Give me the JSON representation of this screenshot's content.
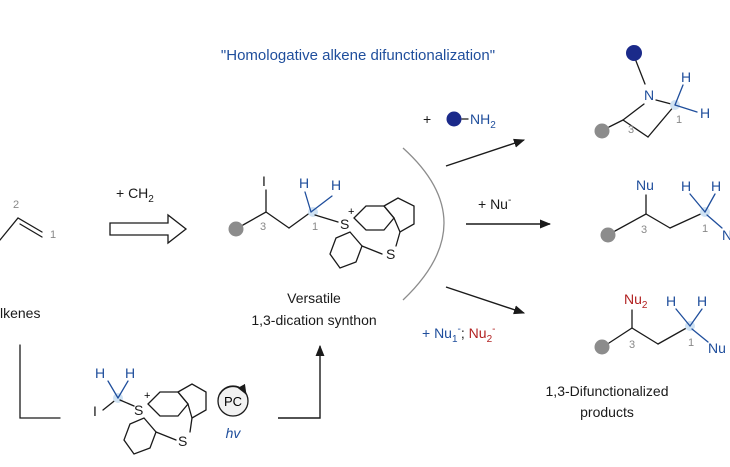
{
  "title": "\"Homologative alkene difunctionalization\"",
  "colors": {
    "blue": "#1f4e9c",
    "red": "#b22222",
    "gray": "#8c8c8c",
    "highlight": "#cfe2f3"
  },
  "left": {
    "alkenes_label": "lkenes",
    "carbon_2": "2",
    "carbon_1": "1"
  },
  "step1": {
    "reagent": "+ CH",
    "subscript": "2"
  },
  "intermediate": {
    "label_line1": "Versatile",
    "label_line2": "1,3-dication synthon",
    "iodine": "I",
    "carbon_3": "3",
    "carbon_1": "1",
    "h1": "H",
    "h2": "H",
    "sulfur_plus": "S",
    "charge": "+",
    "sulfur_ring": "S"
  },
  "reagent_bottom": {
    "iodine": "I",
    "h1": "H",
    "h2": "H",
    "sulfur_plus": "S",
    "charge": "+",
    "sulfur_ring": "S",
    "catalyst": "PC",
    "light": "hv"
  },
  "routes": [
    {
      "reagent_prefix": "+",
      "reagent_main": "NH",
      "reagent_sub": "2"
    },
    {
      "reagent_main": "+ Nu",
      "reagent_sup": "-"
    },
    {
      "part1": "+ Nu",
      "part1_sub": "1",
      "part1_sup": "-",
      "sep": "; ",
      "part2": "Nu",
      "part2_sub": "2",
      "part2_sup": "-"
    }
  ],
  "products": {
    "azetidine": {
      "n": "N",
      "h1": "H",
      "h2": "H",
      "c3": "3",
      "c1": "1"
    },
    "nu_product": {
      "nu": "Nu",
      "h1": "H",
      "h2": "H",
      "c3": "3",
      "c1": "1",
      "cut": "N"
    },
    "nu12_product": {
      "nu2": "Nu",
      "nu2_sub": "2",
      "h1": "H",
      "h2": "H",
      "c3": "3",
      "c1": "1",
      "cut": "Nu"
    },
    "label_line1": "1,3-Difunctionalized",
    "label_line2": "products"
  }
}
